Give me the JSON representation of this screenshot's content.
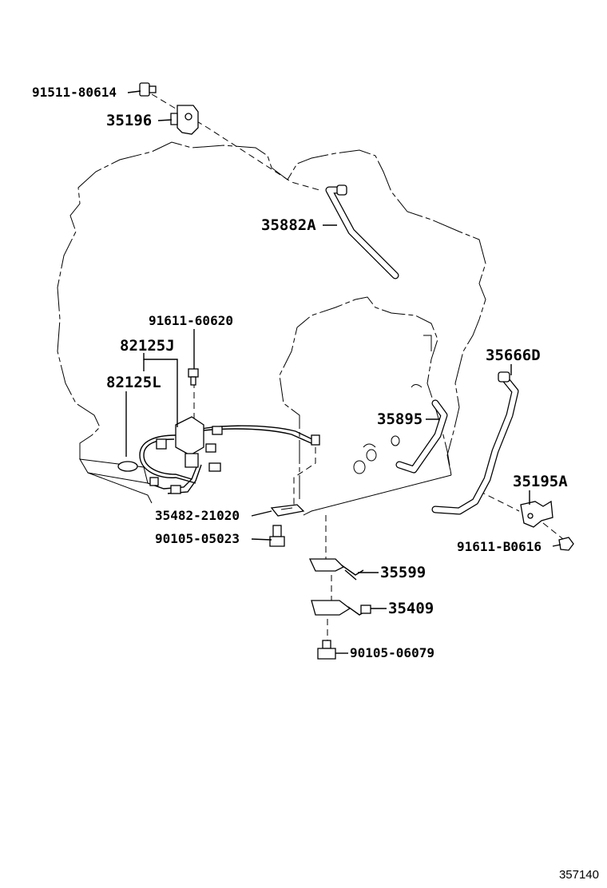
{
  "diagram": {
    "callouts": [
      {
        "id": "c1",
        "text": "91511-80614"
      },
      {
        "id": "c2",
        "text": "35196"
      },
      {
        "id": "c3",
        "text": "35882A"
      },
      {
        "id": "c4",
        "text": "91611-60620"
      },
      {
        "id": "c5",
        "text": "82125J"
      },
      {
        "id": "c6",
        "text": "82125L"
      },
      {
        "id": "c7",
        "text": "35666D"
      },
      {
        "id": "c8",
        "text": "35895"
      },
      {
        "id": "c9",
        "text": "35195A"
      },
      {
        "id": "c10",
        "text": "35482-21020"
      },
      {
        "id": "c11",
        "text": "90105-05023"
      },
      {
        "id": "c12",
        "text": "91611-B0616"
      },
      {
        "id": "c13",
        "text": "35599"
      },
      {
        "id": "c14",
        "text": "35409"
      },
      {
        "id": "c15",
        "text": "90105-06079"
      }
    ],
    "figure_number": "357140"
  }
}
